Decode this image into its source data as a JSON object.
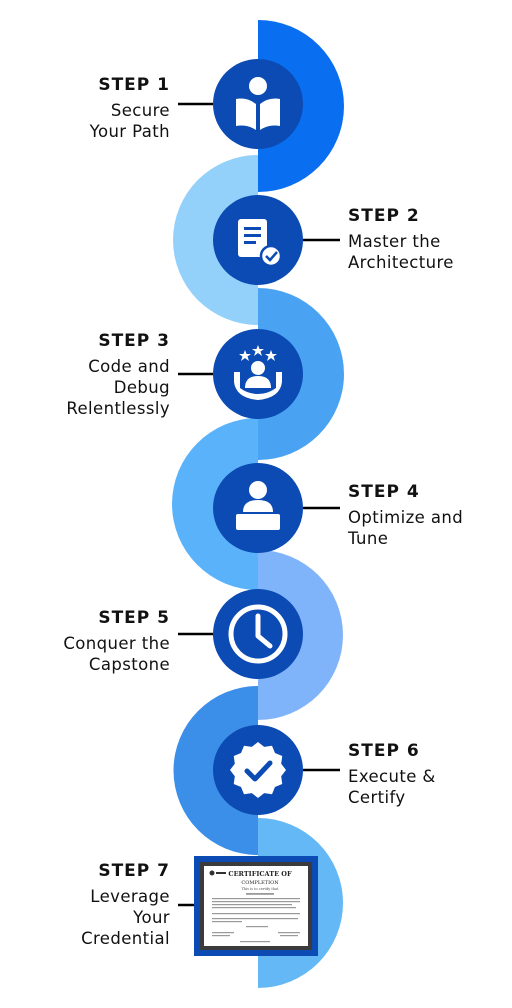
{
  "colors": {
    "node_fill": "#0B4BB3",
    "connector": "#000000",
    "arc_1": "#0A6EF0",
    "arc_2": "#93D1FB",
    "arc_3": "#4AA3F2",
    "arc_4": "#5AB3FA",
    "arc_5": "#80B4FA",
    "arc_6": "#3B8FE9",
    "arc_7": "#63B8F5"
  },
  "steps": [
    {
      "label": "STEP 1",
      "title": "Secure\nYour Path",
      "side": "left",
      "icon": "open-book-reader-icon"
    },
    {
      "label": "STEP 2",
      "title": "Master the\nArchitecture",
      "side": "right",
      "icon": "document-check-icon"
    },
    {
      "label": "STEP 3",
      "title": "Code and\nDebug\nRelentlessly",
      "side": "left",
      "icon": "person-stars-gear-icon"
    },
    {
      "label": "STEP 4",
      "title": "Optimize and\nTune",
      "side": "right",
      "icon": "person-at-desk-icon"
    },
    {
      "label": "STEP 5",
      "title": "Conquer the\nCapstone",
      "side": "left",
      "icon": "clock-icon"
    },
    {
      "label": "STEP 6",
      "title": "Execute &\nCertify",
      "side": "right",
      "icon": "verified-badge-icon"
    },
    {
      "label": "STEP 7",
      "title": "Leverage\nYour\nCredential",
      "side": "left",
      "icon": "certificate-image"
    }
  ],
  "certificate": {
    "heading_1": "CERTIFICATE OF",
    "heading_2": "COMPLETION",
    "subheading": "This is to certify that"
  }
}
